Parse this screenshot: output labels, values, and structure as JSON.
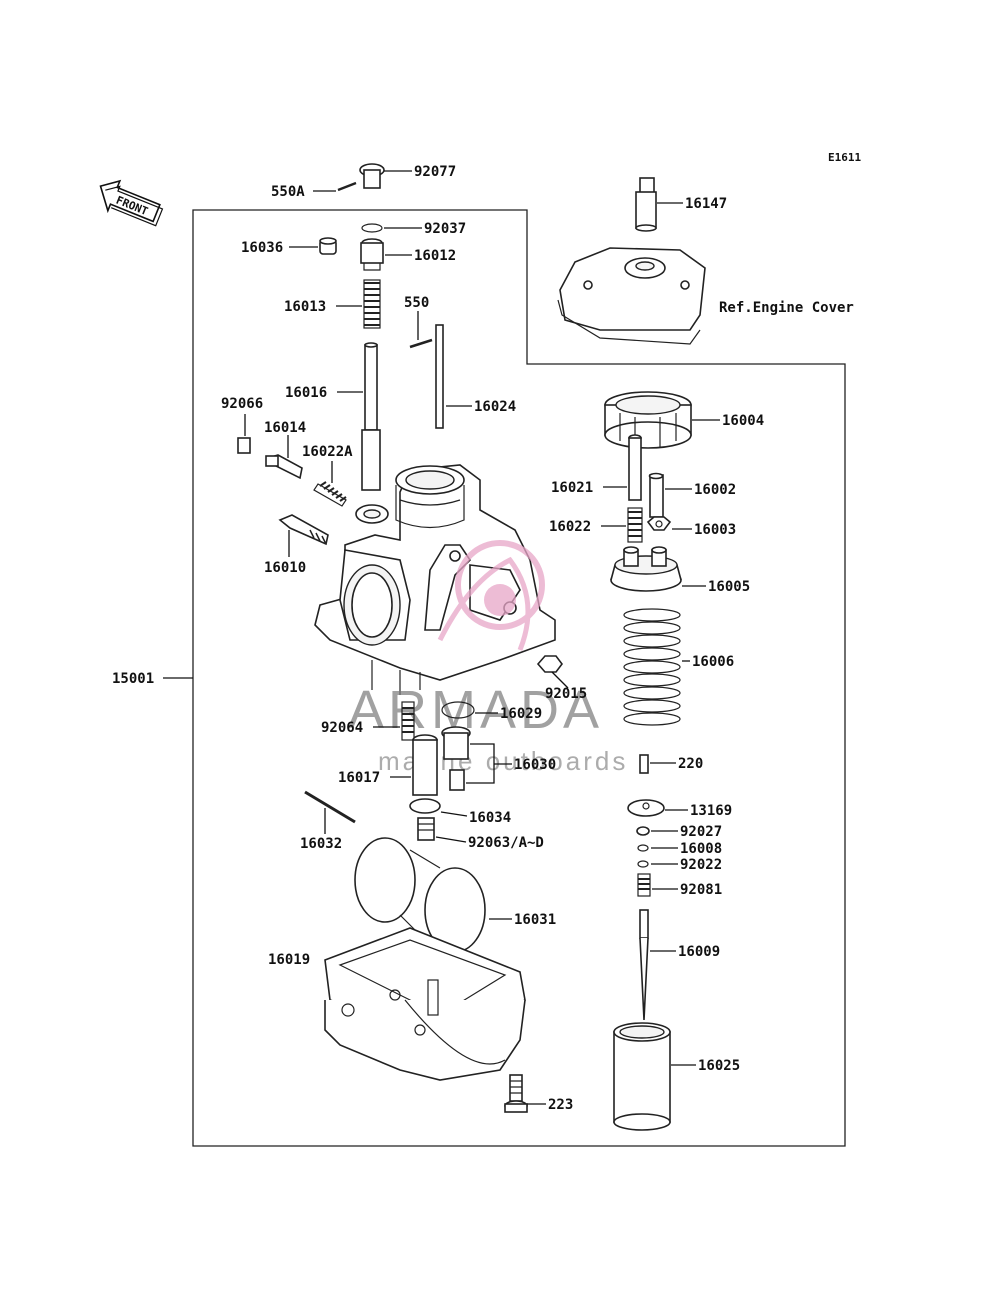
{
  "diagram": {
    "code": "E1611",
    "front_label": "FRONT",
    "ref_label": "Ref.Engine Cover",
    "watermark": {
      "brand": "ARMADA",
      "tagline": "marine outboards",
      "accent": "#e8a6c8"
    },
    "parts": {
      "p92077": "92077",
      "p550A": "550A",
      "p16147": "16147",
      "p92037": "92037",
      "p16036": "16036",
      "p16012": "16012",
      "p16013": "16013",
      "p550": "550",
      "p16016": "16016",
      "p16024": "16024",
      "p16004": "16004",
      "p92066": "92066",
      "p16014": "16014",
      "p16022A": "16022A",
      "p16021": "16021",
      "p16002": "16002",
      "p16022": "16022",
      "p16003": "16003",
      "p16010": "16010",
      "p16005": "16005",
      "p16006": "16006",
      "p15001": "15001",
      "p92015": "92015",
      "p16029": "16029",
      "p92064": "92064",
      "p16030": "16030",
      "p220": "220",
      "p16017": "16017",
      "p16034": "16034",
      "p13169": "13169",
      "p16032": "16032",
      "p92063": "92063/A~D",
      "p92027": "92027",
      "p16008": "16008",
      "p92022": "92022",
      "p92081": "92081",
      "p16031": "16031",
      "p16019": "16019",
      "p16009": "16009",
      "p16025": "16025",
      "p223": "223"
    }
  }
}
